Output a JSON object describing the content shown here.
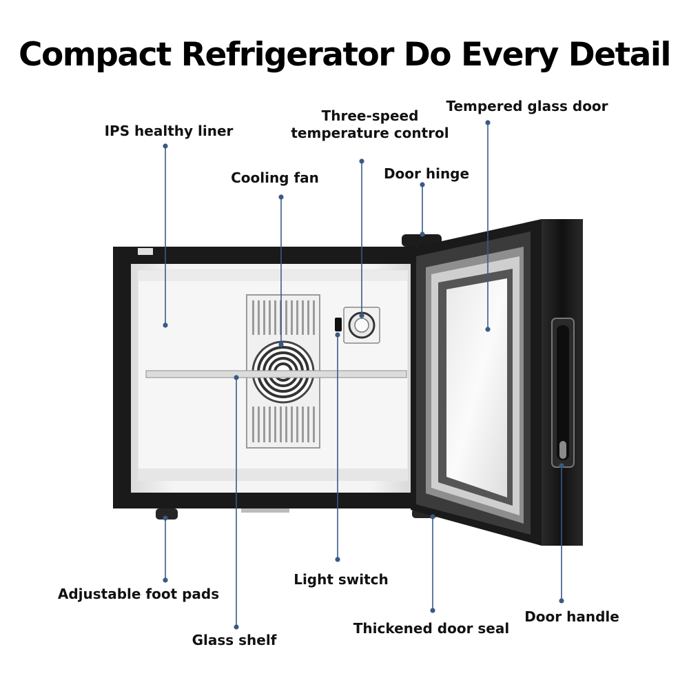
{
  "title": "Compact Refrigerator Do Every Detail",
  "colors": {
    "leader_line": "#3a5a85",
    "cabinet_frame": "#1c1c1c",
    "liner": "#f2f2f2",
    "glass": "#f7f7f7"
  },
  "callouts": [
    {
      "id": "ips-liner",
      "lines": [
        "IPS healthy liner"
      ]
    },
    {
      "id": "cooling-fan",
      "lines": [
        "Cooling fan"
      ]
    },
    {
      "id": "temp-control",
      "lines": [
        "Three-speed",
        "temperature control"
      ]
    },
    {
      "id": "door-hinge",
      "lines": [
        "Door hinge"
      ]
    },
    {
      "id": "glass-door",
      "lines": [
        "Tempered glass door"
      ]
    },
    {
      "id": "foot-pads",
      "lines": [
        "Adjustable foot pads"
      ]
    },
    {
      "id": "glass-shelf",
      "lines": [
        "Glass shelf"
      ]
    },
    {
      "id": "light-switch",
      "lines": [
        "Light switch"
      ]
    },
    {
      "id": "door-seal",
      "lines": [
        "Thickened door seal"
      ]
    },
    {
      "id": "door-handle",
      "lines": [
        "Door handle"
      ]
    }
  ]
}
